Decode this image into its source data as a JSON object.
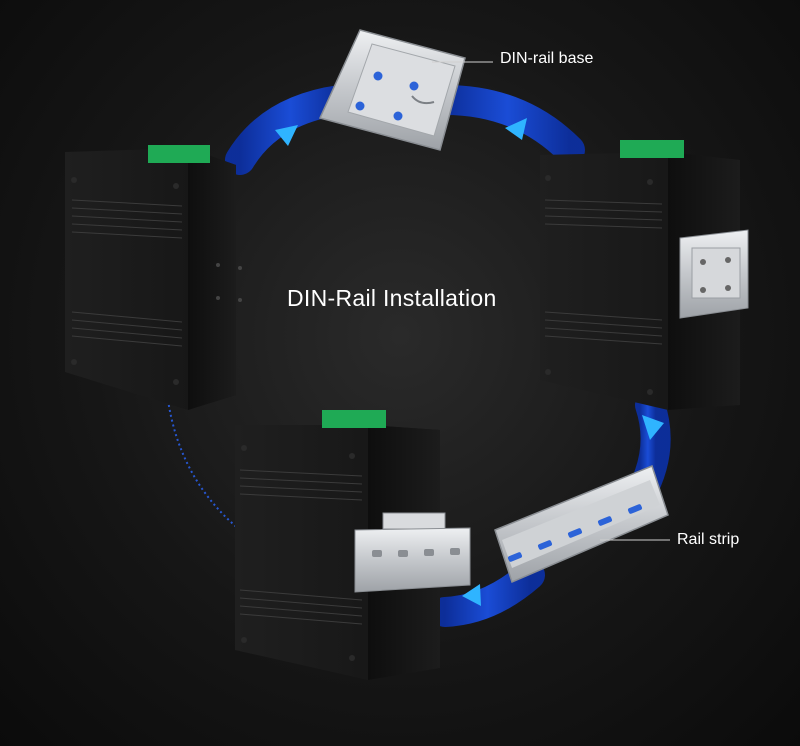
{
  "title": "DIN-Rail Installation",
  "callouts": {
    "base": "DIN-rail base",
    "strip": "Rail strip"
  },
  "colors": {
    "background": "#141414",
    "arrow_band": "#1340c8",
    "arrow_head": "#2fb4ff",
    "device_body": "#1b1b1b",
    "terminal_block": "#1faa55",
    "rail_metal": "#c9ccd0",
    "slot": "#2c63d8"
  },
  "icons": [
    "arrowhead-icon",
    "din-rail-base",
    "rail-strip",
    "switch-device",
    "terminal-block"
  ]
}
